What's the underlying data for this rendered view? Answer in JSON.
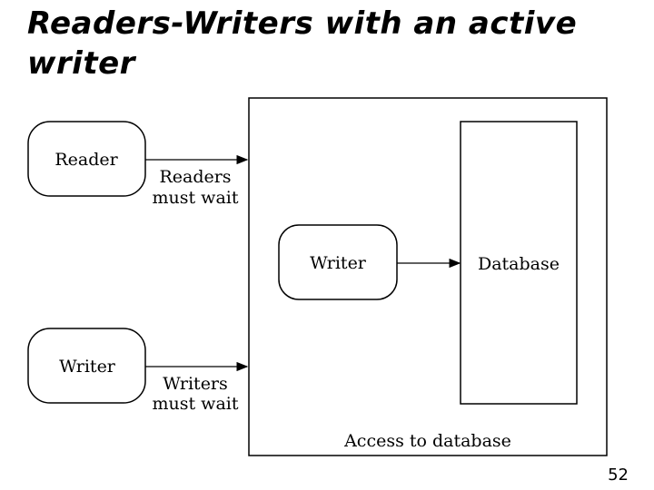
{
  "slide": {
    "title_line1": "Readers-Writers with an active",
    "title_line2": "writer",
    "page_number": "52"
  },
  "diagram": {
    "reader_box": "Reader",
    "waiting_writer_box": "Writer",
    "active_writer_box": "Writer",
    "database_box": "Database",
    "readers_wait_line1": "Readers",
    "readers_wait_line2": "must wait",
    "writers_wait_line1": "Writers",
    "writers_wait_line2": "must wait",
    "access_label": "Access to database"
  }
}
